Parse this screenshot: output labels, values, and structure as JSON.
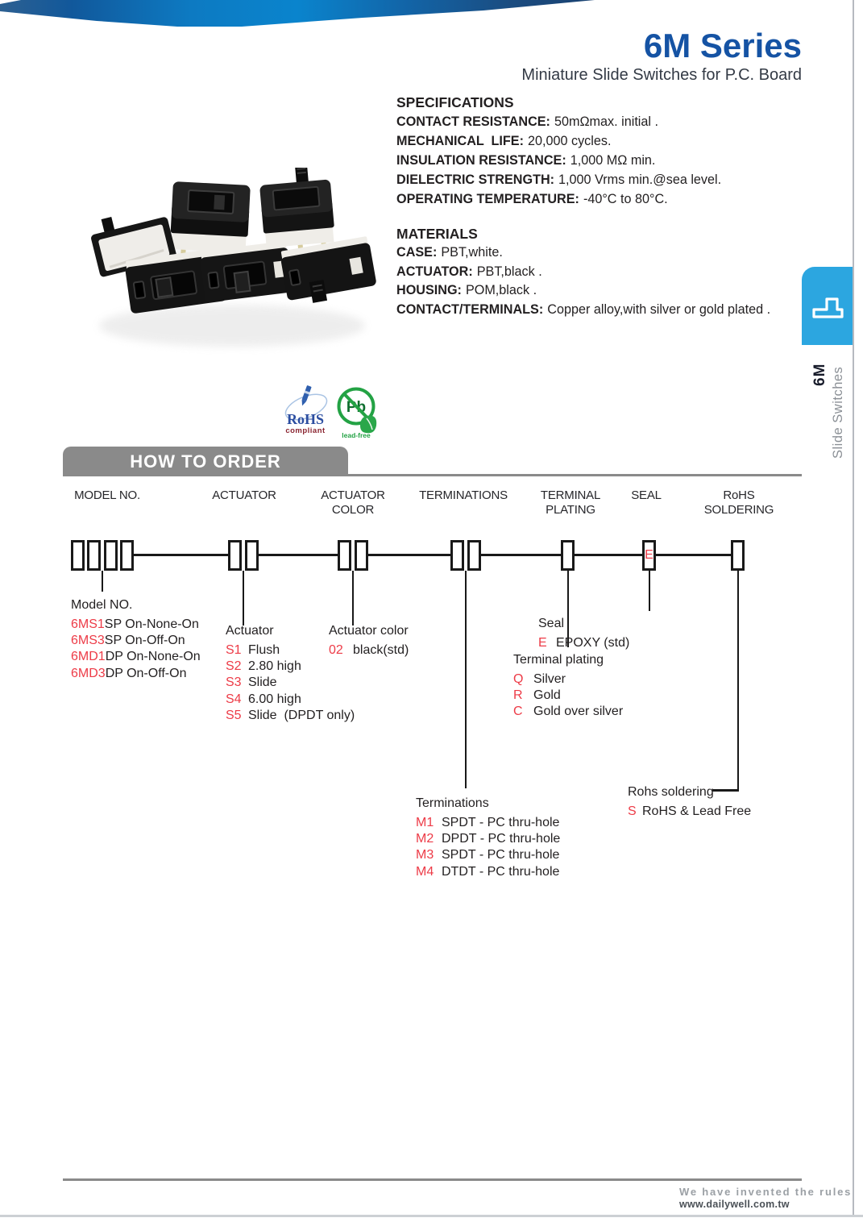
{
  "header": {
    "series_title": "6M Series",
    "subtitle": "Miniature Slide Switches for P.C. Board"
  },
  "side_tab": {
    "series": "6M",
    "label": "Slide Switches"
  },
  "specifications": {
    "heading": "SPECIFICATIONS",
    "items": [
      {
        "label": "CONTACT RESISTANCE:",
        "value": "50mΩmax. initial ."
      },
      {
        "label": "MECHANICAL  LIFE:",
        "value": "20,000 cycles."
      },
      {
        "label": "INSULATION RESISTANCE:",
        "value": "1,000 MΩ min."
      },
      {
        "label": "DIELECTRIC STRENGTH:",
        "value": "1,000 Vrms min.@sea level."
      },
      {
        "label": "OPERATING TEMPERATURE:",
        "value": "-40°C to 80°C."
      }
    ]
  },
  "materials": {
    "heading": "MATERIALS",
    "items": [
      {
        "label": "CASE:",
        "value": "PBT,white."
      },
      {
        "label": "ACTUATOR:",
        "value": "PBT,black ."
      },
      {
        "label": "HOUSING:",
        "value": "POM,black ."
      },
      {
        "label": "CONTACT/TERMINALS:",
        "value": "Copper alloy,with silver or gold plated ."
      }
    ]
  },
  "badges": {
    "rohs": {
      "name": "RoHS",
      "caption": "compliant"
    },
    "lead_free": {
      "symbol": "Pb",
      "caption": "lead-free"
    }
  },
  "how_to_order": {
    "banner": "HOW TO ORDER",
    "columns": [
      "MODEL NO.",
      "ACTUATOR",
      "ACTUATOR\nCOLOR",
      "TERMINATIONS",
      "TERMINAL\nPLATING",
      "SEAL",
      "RoHS\nSOLDERING"
    ],
    "seal_box_value": "E",
    "groups": {
      "model": {
        "heading": "Model NO.",
        "options": [
          {
            "code": "6MS1",
            "desc": "SP On-None-On"
          },
          {
            "code": "6MS3",
            "desc": "SP On-Off-On"
          },
          {
            "code": "6MD1",
            "desc": "DP On-None-On"
          },
          {
            "code": "6MD3",
            "desc": "DP On-Off-On"
          }
        ]
      },
      "actuator": {
        "heading": "Actuator",
        "options": [
          {
            "code": "S1",
            "desc": "Flush"
          },
          {
            "code": "S2",
            "desc": "2.80 high"
          },
          {
            "code": "S3",
            "desc": "Slide"
          },
          {
            "code": "S4",
            "desc": "6.00 high"
          },
          {
            "code": "S5",
            "desc": "Slide  (DPDT only)"
          }
        ]
      },
      "actuator_color": {
        "heading": "Actuator color",
        "options": [
          {
            "code": "02",
            "desc": "black(std)"
          }
        ]
      },
      "terminations": {
        "heading": "Terminations",
        "options": [
          {
            "code": "M1",
            "desc": "SPDT - PC thru-hole"
          },
          {
            "code": "M2",
            "desc": "DPDT - PC thru-hole"
          },
          {
            "code": "M3",
            "desc": "SPDT - PC thru-hole"
          },
          {
            "code": "M4",
            "desc": "DTDT - PC thru-hole"
          }
        ]
      },
      "terminal_plating": {
        "heading": "Terminal plating",
        "options": [
          {
            "code": "Q",
            "desc": "Silver"
          },
          {
            "code": "R",
            "desc": "Gold"
          },
          {
            "code": "C",
            "desc": "Gold over silver"
          }
        ]
      },
      "seal": {
        "heading": "Seal",
        "options": [
          {
            "code": "E",
            "desc": "EPOXY (std)"
          }
        ]
      },
      "rohs_soldering": {
        "heading": "Rohs soldering",
        "options": [
          {
            "code": "S",
            "desc": "RoHS & Lead Free"
          }
        ]
      }
    }
  },
  "footer": {
    "slogan": "We have invented the rules",
    "website": "www.dailywell.com.tw"
  },
  "colors": {
    "title_blue": "#1553a4",
    "tab_blue": "#2ca6e0",
    "banner_gray": "#8a8a8a",
    "code_red": "#ed3b47",
    "text_dark": "#221f20",
    "rohs_blue": "#2b4da0",
    "leadfree_green": "#23a244"
  }
}
